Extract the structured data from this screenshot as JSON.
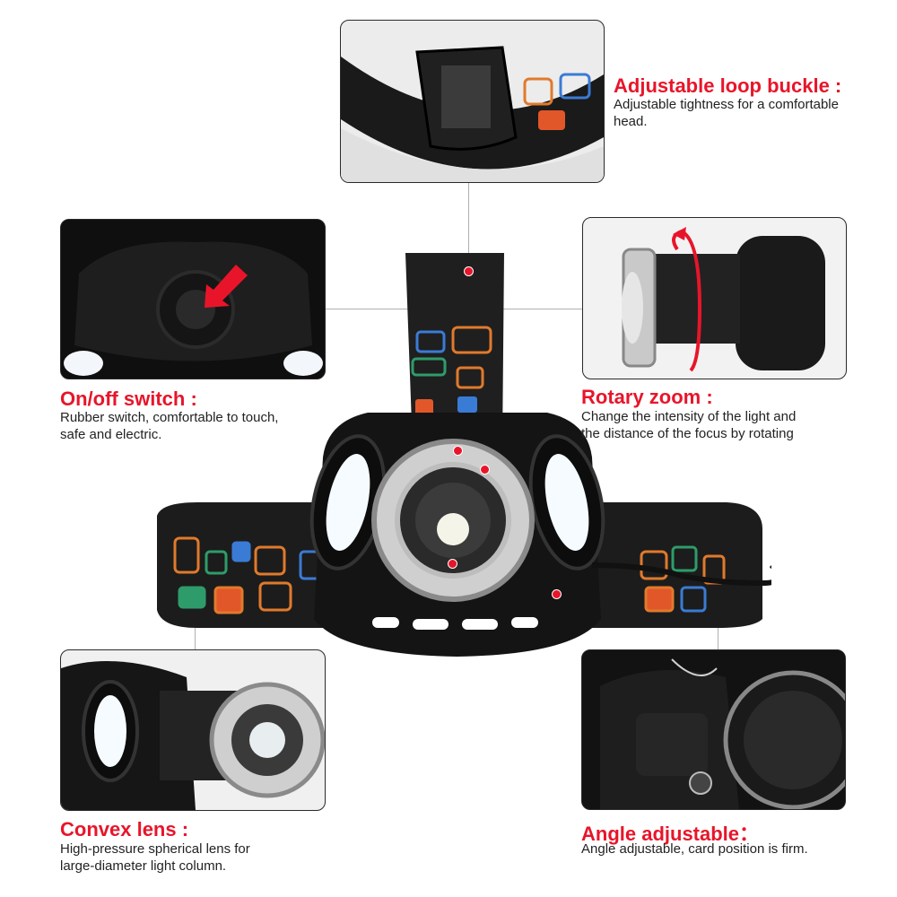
{
  "features": {
    "buckle": {
      "title": "Adjustable loop buckle :",
      "desc_line1": "Adjustable tightness for a comfortable",
      "desc_line2": "head."
    },
    "switch": {
      "title": "On/off switch :",
      "desc_line1": "Rubber switch, comfortable to touch,",
      "desc_line2": "safe and electric."
    },
    "zoom": {
      "title": "Rotary zoom :",
      "desc_line1": "Change the intensity of the light and",
      "desc_line2": "the distance of the focus by rotating"
    },
    "lens": {
      "title": "Convex lens :",
      "desc_line1": "High-pressure spherical lens for",
      "desc_line2": "large-diameter light column."
    },
    "angle": {
      "title": "Angle adjustable：",
      "desc_line1": "Angle adjustable, card position is firm."
    }
  },
  "colors": {
    "accent_red": "#e8152a",
    "text_dark": "#222222",
    "leader_line": "#b0b0b0"
  }
}
